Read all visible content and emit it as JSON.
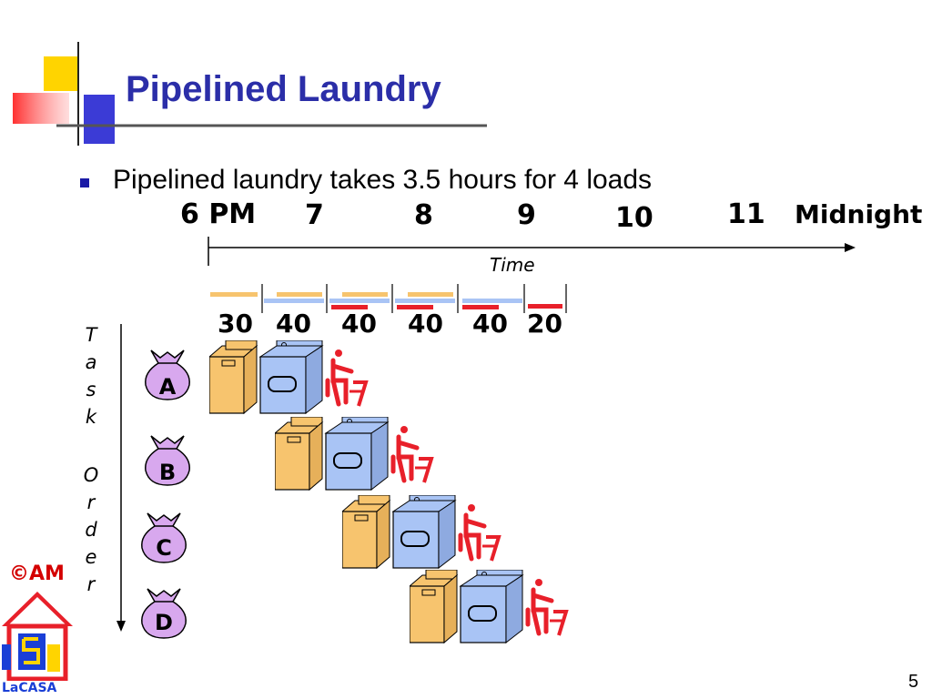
{
  "slide": {
    "title": "Pipelined Laundry",
    "bullet": "Pipelined laundry takes 3.5 hours for 4 loads",
    "page_number": "5"
  },
  "timeline": {
    "ticks": [
      "6 PM",
      "7",
      "8",
      "9",
      "10",
      "11",
      "Midnight"
    ],
    "time_label": "Time",
    "durations": [
      "30",
      "40",
      "40",
      "40",
      "40",
      "20"
    ]
  },
  "task_axis": {
    "letters": [
      "T",
      "a",
      "s",
      "k",
      "O",
      "r",
      "d",
      "e",
      "r"
    ]
  },
  "tasks": [
    "A",
    "B",
    "C",
    "D"
  ],
  "colors": {
    "title": "#2b2ea8",
    "washer": "#f7c46e",
    "dryer": "#a9c4f5",
    "folder": "#e8202a",
    "bag": "#d8a8ee",
    "copyright": "#d40000",
    "brand": "#1a3fd6"
  },
  "logo": {
    "copyright": "©AM",
    "brand": "LaCASA"
  }
}
